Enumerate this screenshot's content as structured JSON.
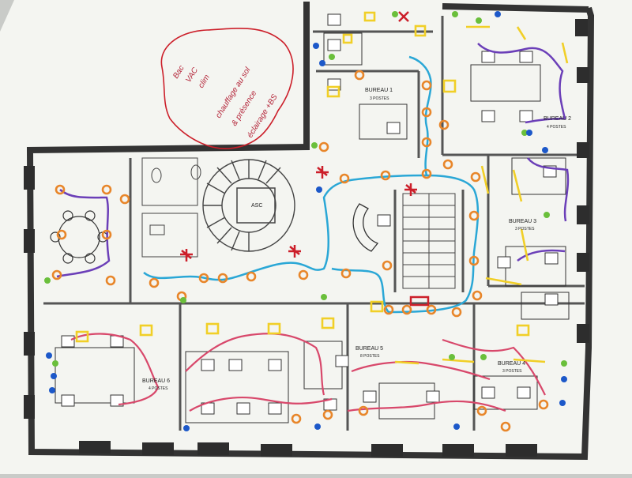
{
  "rooms": [
    {
      "id": "bureau-1",
      "name": "BUREAU 1",
      "postes": "3 POSTES"
    },
    {
      "id": "bureau-2",
      "name": "BUREAU 2",
      "postes": "4 POSTES"
    },
    {
      "id": "bureau-3",
      "name": "BUREAU 3",
      "postes": "3 POSTES"
    },
    {
      "id": "bureau-4",
      "name": "BUREAU 4",
      "postes": "3 POSTES"
    },
    {
      "id": "bureau-5",
      "name": "BUREAU 5",
      "postes": "8 POSTES"
    },
    {
      "id": "bureau-6",
      "name": "BUREAU 6",
      "postes": "4 POSTES"
    }
  ],
  "elevator_label": "ASC",
  "handwritten_note": [
    "Bac",
    "VAC",
    "clim",
    "chauffage au sol",
    "& présence",
    "éclairage +BS"
  ],
  "colors": {
    "paper": "#f6f7f3",
    "wall": "#3a3a3a",
    "orange": "#e8862a",
    "blue": "#2aa7d6",
    "purple": "#6b3fb8",
    "pink": "#d8486b",
    "red": "#cc1f2a",
    "yellow": "#f1cf27",
    "green": "#6abf3b",
    "dark_blue": "#1c58c9"
  }
}
